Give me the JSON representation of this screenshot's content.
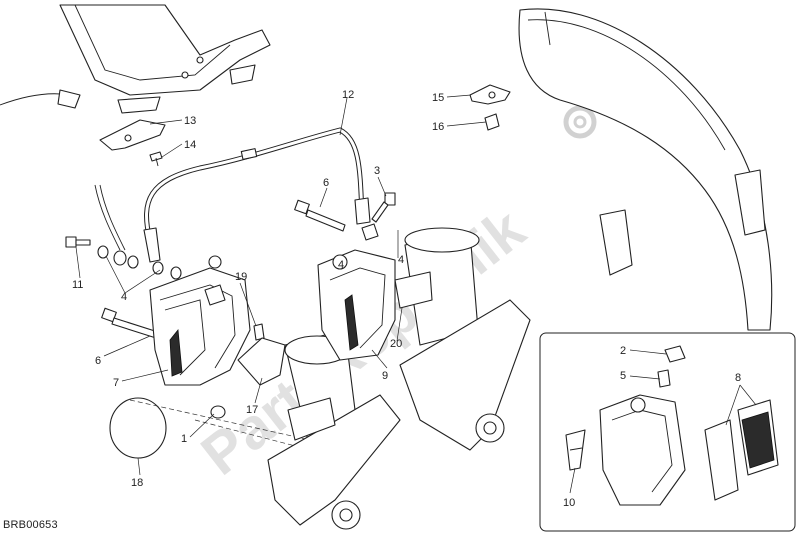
{
  "diagram_code": "BRB00653",
  "watermark": "PartsRepublik",
  "callouts": [
    "1",
    "2",
    "3",
    "4",
    "4",
    "4",
    "5",
    "6",
    "6",
    "7",
    "8",
    "9",
    "10",
    "11",
    "12",
    "13",
    "14",
    "15",
    "16",
    "17",
    "18",
    "19",
    "20"
  ]
}
